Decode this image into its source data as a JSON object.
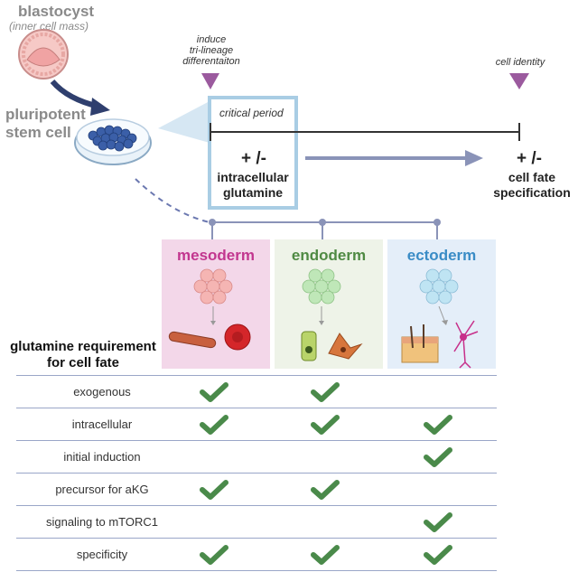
{
  "top": {
    "blastocyst_title": "blastocyst",
    "blastocyst_sub": "(inner cell mass)",
    "pluripotent_line1": "pluripotent",
    "pluripotent_line2": "stem cell"
  },
  "timeline": {
    "induce_line1": "induce",
    "induce_line2": "tri-lineage",
    "induce_line3": "differentaiton",
    "cell_identity": "cell identity",
    "critical_period": "critical period",
    "left_sign": "+ /-",
    "left_line1": "intracellular",
    "left_line2": "glutamine",
    "right_sign": "+ /-",
    "right_line1": "cell fate",
    "right_line2": "specification"
  },
  "germ_layers": [
    {
      "name": "mesoderm",
      "color": "#c2368f",
      "bg": "#f3d7e9"
    },
    {
      "name": "endoderm",
      "color": "#4f8a43",
      "bg": "#eef3e8"
    },
    {
      "name": "ectoderm",
      "color": "#3a8cc6",
      "bg": "#e4eef9"
    }
  ],
  "table": {
    "heading_line1": "glutamine requirement",
    "heading_line2": "for cell fate",
    "rows": [
      {
        "label": "exogenous",
        "checks": [
          true,
          true,
          false
        ]
      },
      {
        "label": "intracellular",
        "checks": [
          true,
          true,
          true
        ]
      },
      {
        "label": "initial induction",
        "checks": [
          false,
          false,
          true
        ]
      },
      {
        "label": "precursor for aKG",
        "checks": [
          true,
          true,
          false
        ]
      },
      {
        "label": "signaling to mTORC1",
        "checks": [
          false,
          false,
          true
        ]
      },
      {
        "label": "specificity",
        "checks": [
          true,
          true,
          true
        ]
      }
    ]
  },
  "colors": {
    "check": "#4a8a4a",
    "timeline": "#333333",
    "arrow": "#8a93b8",
    "marker": "#9b5a9e",
    "box_border": "#a9cde4"
  }
}
